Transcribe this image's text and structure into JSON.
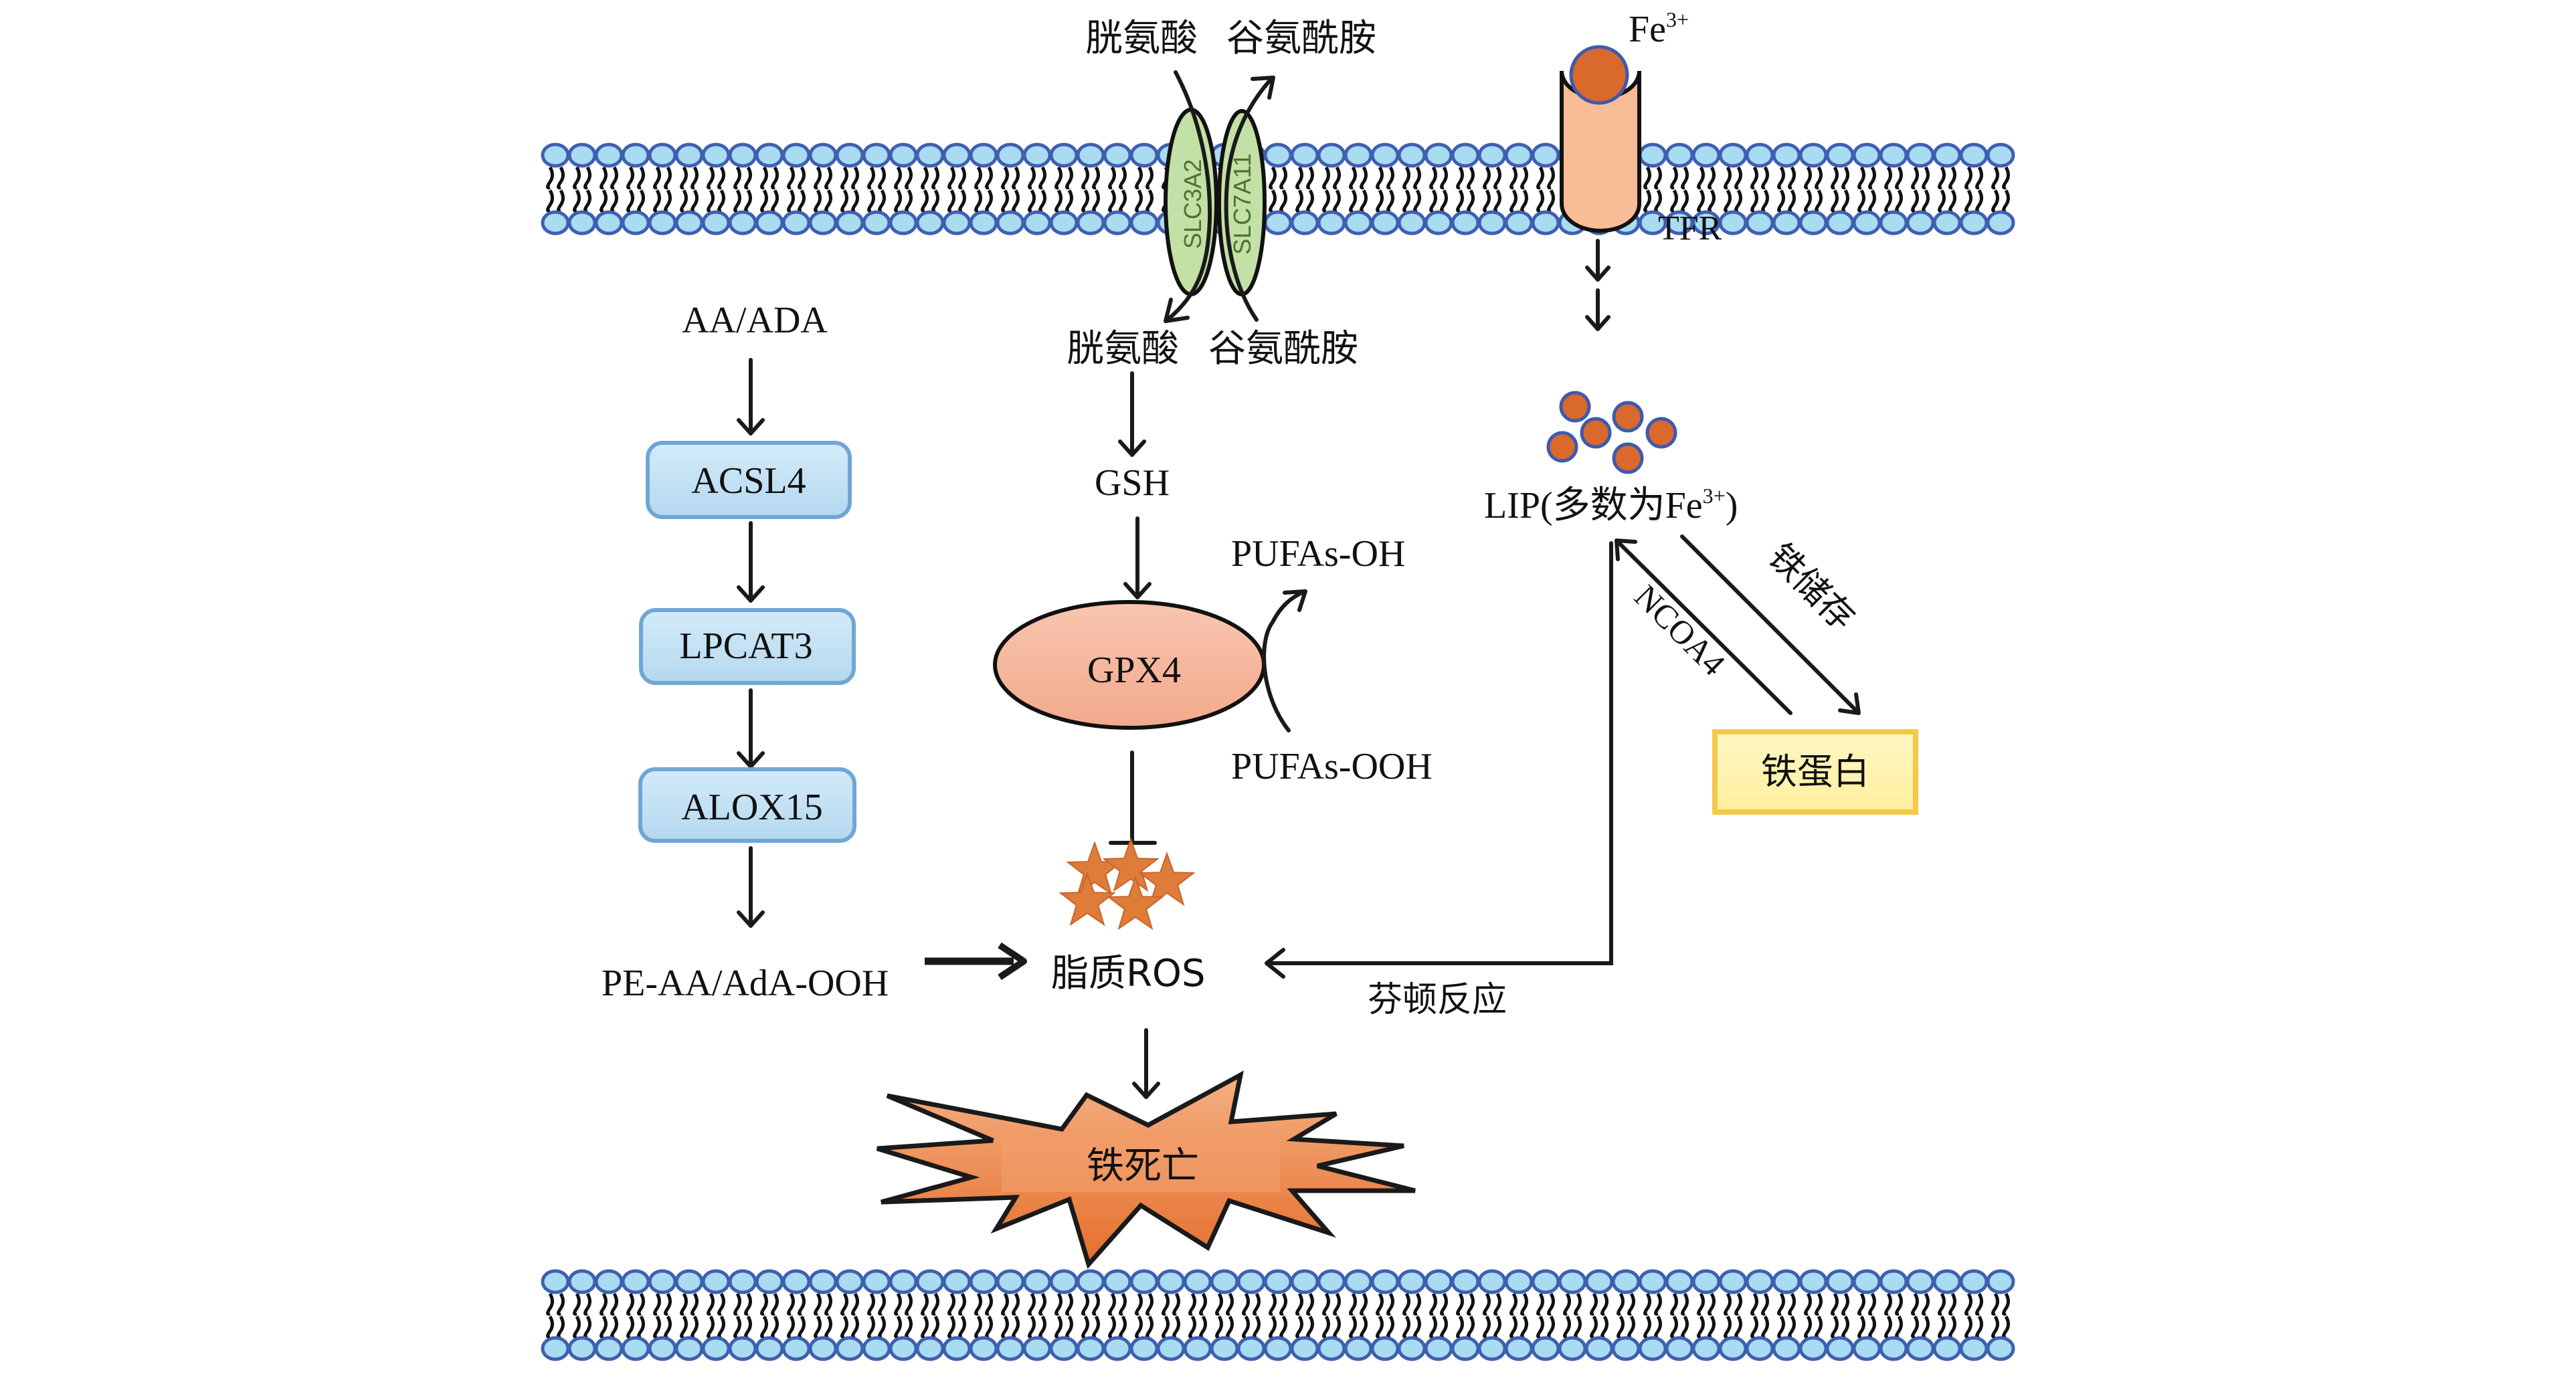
{
  "figure": {
    "colors": {
      "membrane_head_fill": "#a9dbf1",
      "membrane_head_stroke": "#3f5fb0",
      "membrane_tail": "#111111",
      "transporter_fill": "#c3e0a6",
      "transporter_text": "#5a7a3a",
      "tfr_fill": "#f8bc97",
      "iron_fill": "#d9692c",
      "iron_stroke": "#3d5ab0",
      "enzyme_box_fill": "#c6e3f5",
      "enzyme_box_stroke": "#6fa6d6",
      "gpx4_fill": "#f6b9a2",
      "ros_star_fill": "#e07c3a",
      "ferritin_fill": "#fff4b0",
      "ferritin_stroke": "#f5c84a",
      "ferroptosis_fill": "#ee8a4c"
    },
    "transport": {
      "top_left": "胱氨酸",
      "top_right": "谷氨酰胺",
      "bottom_left": "胱氨酸",
      "bottom_right": "谷氨酰胺",
      "slc3a2": "SLC3A2",
      "slc7a11": "SLC7A11"
    },
    "iron": {
      "fe_label": "Fe",
      "fe_charge": "3+",
      "tfr_label": "TFR",
      "lip_prefix": "LIP(多数为Fe",
      "lip_charge": "3+",
      "lip_suffix": ")",
      "ncoa4_label": "NCOA4",
      "storage_label": "铁储存",
      "ferritin_label": "铁蛋白",
      "fenton_label": "芬顿反应",
      "lip_dot_count": 6
    },
    "lipid_pathway": {
      "substrate": "AA/ADA",
      "enzymes": [
        "ACSL4",
        "LPCAT3",
        "ALOX15"
      ],
      "product": "PE-AA/AdA-OOH"
    },
    "gsh_axis": {
      "gsh": "GSH",
      "gpx4": "GPX4",
      "pufa_oh": "PUFAs-OH",
      "pufa_ooh": "PUFAs-OOH"
    },
    "ros": {
      "label": "脂质ROS",
      "star_count": 5
    },
    "outcome": {
      "label": "铁死亡"
    }
  }
}
